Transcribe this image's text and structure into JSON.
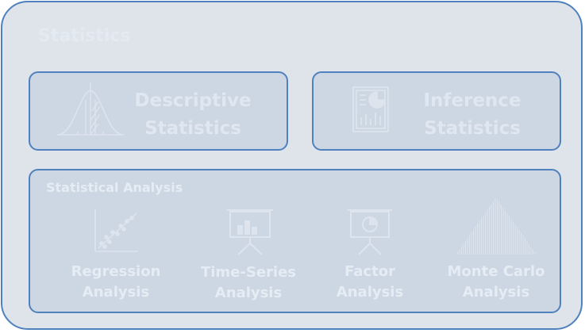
{
  "diagram": {
    "title": "Statistics",
    "descriptive": {
      "label_line1": "Descriptive",
      "label_line2": "Statistics",
      "icon": "bell-curve-icon"
    },
    "inference": {
      "label_line1": "Inference",
      "label_line2": "Statistics",
      "icon": "report-chart-icon"
    },
    "analysis": {
      "title": "Statistical Analysis",
      "items": [
        {
          "line1": "Regression",
          "line2": "Analysis",
          "icon": "scatter-plot-icon"
        },
        {
          "line1": "Time-Series",
          "line2": "Analysis",
          "icon": "presentation-bar-chart-icon"
        },
        {
          "line1": "Factor",
          "line2": "Analysis",
          "icon": "presentation-pie-chart-icon"
        },
        {
          "line1": "Monte Carlo",
          "line2": "Analysis",
          "icon": "histogram-icon"
        }
      ]
    }
  },
  "colors": {
    "border": "#4f81bd",
    "outer_fill": "#dfe4ea",
    "box_fill": "#cdd6e3",
    "text": "#e6ecf4"
  }
}
